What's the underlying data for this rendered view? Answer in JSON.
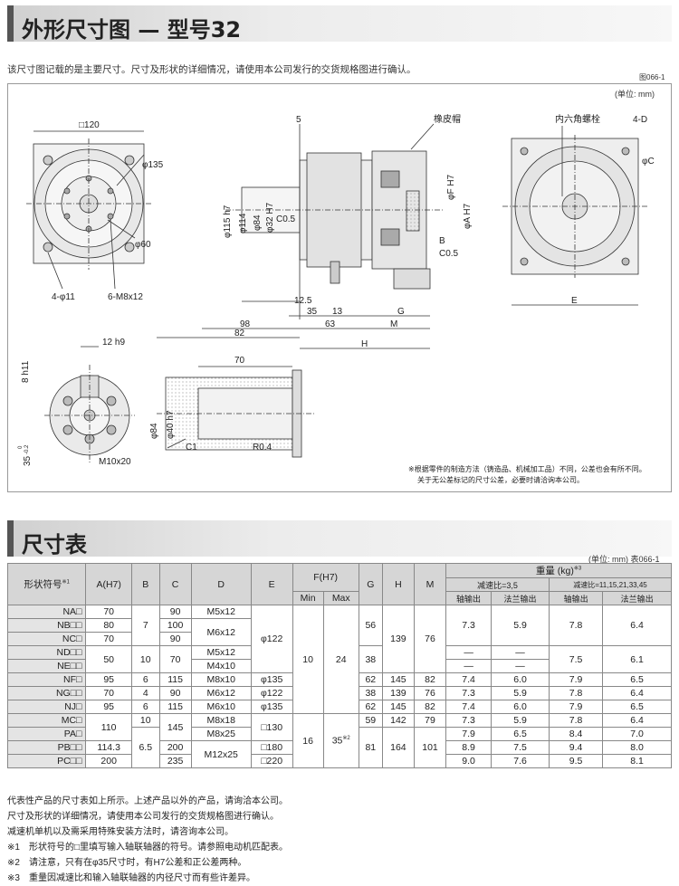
{
  "section1": {
    "title": "外形尺寸图 — 型号32"
  },
  "intro": "该尺寸图记载的是主要尺寸。尺寸及形状的详细情况，请使用本公司发行的交货规格图进行确认。",
  "figure_no": "图066-1",
  "unit": "(单位: mm)",
  "drawing": {
    "box120": "□120",
    "phi135": "φ135",
    "phi60": "φ60",
    "hole_4phi11": "4-φ11",
    "hole_6m8x12": "6-M8x12",
    "dim5": "5",
    "rubber_cap": "橡皮帽",
    "hex_bolt": "内六角螺栓",
    "fourD": "4-D",
    "phiC": "φC",
    "phi115h7": "φ115 h7",
    "phi114": "φ114",
    "phi84": "φ84",
    "phi32H7": "φ32 H7",
    "c05a": "C0.5",
    "phiFH7": "φF H7",
    "phiAH7": "φA H7",
    "B": "B",
    "c05b": "C0.5",
    "E": "E",
    "d125": "12.5",
    "d35": "35",
    "d13": "13",
    "G": "G",
    "d98": "98",
    "d63": "63",
    "M": "M",
    "d82": "82",
    "H": "H",
    "d12h9": "12 h9",
    "d8h11": "8 h11",
    "d70": "70",
    "phi84b": "φ84",
    "phi40h7": "φ40 h7",
    "d35tol": "35",
    "tol_plus": "0",
    "tol_minus": "-0.2",
    "m10x20": "M10x20",
    "c1": "C1",
    "r04": "R0.4",
    "note1": "※根据零件的制造方法（铸造品、机械加工品）不同，公差也会有所不同。",
    "note2": "关于无公差标记的尺寸公差，必要时请洽询本公司。"
  },
  "section2": {
    "title": "尺寸表"
  },
  "table_unit": "(单位: mm)  表066-1",
  "table": {
    "h_symbol": "形状符号",
    "h_symbol_note": "※1",
    "h_A": "A(H7)",
    "h_B": "B",
    "h_C": "C",
    "h_D": "D",
    "h_E": "E",
    "h_F": "F(H7)",
    "h_Fmin": "Min",
    "h_Fmax": "Max",
    "h_G": "G",
    "h_H": "H",
    "h_M": "M",
    "h_weight": "重量 (kg)",
    "h_weight_note": "※3",
    "h_ratio1": "减速比=3,5",
    "h_ratio2": "减速比=11,15,21,33,45",
    "h_shaft": "轴输出",
    "h_flange": "法兰输出",
    "h_shaft2": "轴输出",
    "h_flange2": "法兰输出",
    "r": [
      [
        "NA□",
        "70",
        "7",
        "90",
        "M5x12",
        "φ122",
        "10",
        "24",
        "56",
        "139",
        "76",
        "7.3",
        "5.9",
        "7.8",
        "6.4"
      ],
      [
        "NB□□",
        "80",
        "",
        "100",
        "M6x12",
        "",
        "",
        "",
        "",
        "",
        "",
        "",
        "",
        "",
        ""
      ],
      [
        "NC□",
        "70",
        "",
        "90",
        "",
        "",
        "",
        "",
        "",
        "",
        "",
        "",
        "",
        "",
        ""
      ],
      [
        "ND□□",
        "50",
        "10",
        "70",
        "M5x12",
        "",
        "",
        "",
        "38",
        "",
        "",
        "—",
        "—",
        "7.5",
        "6.1"
      ],
      [
        "NE□□",
        "",
        "",
        "",
        "M4x10",
        "",
        "",
        "",
        "",
        "",
        "",
        "—",
        "—",
        "",
        ""
      ],
      [
        "NF□",
        "95",
        "6",
        "115",
        "M8x10",
        "φ135",
        "",
        "",
        "62",
        "145",
        "82",
        "7.4",
        "6.0",
        "7.9",
        "6.5"
      ],
      [
        "NG□□",
        "70",
        "4",
        "90",
        "M6x12",
        "φ122",
        "",
        "",
        "38",
        "139",
        "76",
        "7.3",
        "5.9",
        "7.8",
        "6.4"
      ],
      [
        "NJ□",
        "95",
        "6",
        "115",
        "M6x10",
        "φ135",
        "",
        "",
        "62",
        "145",
        "82",
        "7.4",
        "6.0",
        "7.9",
        "6.5"
      ],
      [
        "MC□",
        "110",
        "10",
        "145",
        "M8x18",
        "□130",
        "16",
        "35",
        "59",
        "142",
        "79",
        "7.3",
        "5.9",
        "7.8",
        "6.4"
      ],
      [
        "PA□",
        "",
        "6.5",
        "",
        "M8x25",
        "",
        "",
        "",
        "81",
        "164",
        "101",
        "7.9",
        "6.5",
        "8.4",
        "7.0"
      ],
      [
        "PB□□",
        "114.3",
        "",
        "200",
        "M12x25",
        "□180",
        "",
        "",
        "",
        "",
        "",
        "8.9",
        "7.5",
        "9.4",
        "8.0"
      ],
      [
        "PC□□",
        "200",
        "",
        "235",
        "",
        "□220",
        "",
        "",
        "",
        "",
        "",
        "9.0",
        "7.6",
        "9.5",
        "8.1"
      ]
    ],
    "fmax_note": "※2"
  },
  "notes": [
    "代表性产品的尺寸表如上所示。上述产品以外的产品，请询洽本公司。",
    "尺寸及形状的详细情况，请使用本公司发行的交货规格图进行确认。",
    "减速机单机以及需采用特殊安装方法时，请咨询本公司。",
    "※1　形状符号的□里填写输入轴联轴器的符号。请参照电动机匹配表。",
    "※2　请注意，只有在φ35尺寸时，有H7公差和正公差两种。",
    "※3　重量因减速比和输入轴联轴器的内径尺寸而有些许差异。"
  ]
}
